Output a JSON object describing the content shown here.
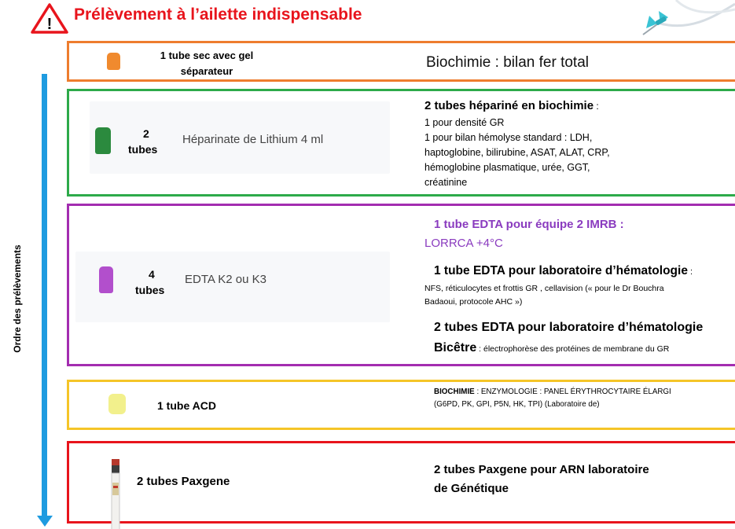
{
  "header": {
    "title": "Prélèvement à l’ailette indispensable",
    "warning_mark": "!"
  },
  "side_label": "Ordre des prélèvements",
  "colors": {
    "orange": "#ee7d2e",
    "green": "#2daa4a",
    "purple": "#a32db0",
    "yellow": "#f5c528",
    "red": "#e8141c",
    "arrow_blue": "#1e9be0",
    "title_purple": "#8a3bbf"
  },
  "icons": [
    "warning-triangle-icon",
    "butterfly-needle-icon",
    "tube-cap-icon",
    "paxgene-tube-icon"
  ],
  "rows": {
    "r1": {
      "tube_line1": "1 tube sec avec gel",
      "tube_line2": "séparateur",
      "desc": "Biochimie : bilan fer total"
    },
    "r2": {
      "count_num": "2",
      "count_word": "tubes",
      "tube_name": "Héparinate de Lithium 4 ml",
      "desc_title": "2 tubes hépariné en biochimie",
      "desc_colon": " :",
      "lines": [
        "1 pour densité GR",
        "1 pour bilan hémolyse standard : LDH,",
        "haptoglobine, bilirubine, ASAT, ALAT, CRP,",
        "hémoglobine plasmatique, urée, GGT,",
        "créatinine"
      ]
    },
    "r3": {
      "count_num": "4",
      "count_word": "tubes",
      "tube_name": "EDTA K2 ou K3",
      "s1_title": "1 tube EDTA pour équipe 2 IMRB :",
      "s1_sub": "LORRCA  +4°C",
      "s2_title": "1 tube EDTA pour laboratoire d’hématologie",
      "s2_colon": " :",
      "s2_line1": "NFS, réticulocytes et frottis GR , cellavision (« pour le Dr Bouchra",
      "s2_line2": "Badaoui, protocole AHC »)",
      "s3_title1": "2 tubes EDTA pour laboratoire d’hématologie",
      "s3_title2": "Bicêtre",
      "s3_rest": " : électrophorèse des protéines de membrane du GR"
    },
    "r4": {
      "tube": "1 tube ACD",
      "desc_bold": "BIOCHIMIE",
      "desc_rest": " : ENZYMOLOGIE : PANEL ÉRYTHROCYTAIRE ÉLARGI",
      "desc_line2": "(G6PD, PK, GPI, P5N, HK, TPI) (Laboratoire de)"
    },
    "r5": {
      "tube": "2 tubes Paxgene",
      "desc_line1": "2 tubes Paxgene pour ARN laboratoire",
      "desc_line2": "de Génétique"
    }
  }
}
